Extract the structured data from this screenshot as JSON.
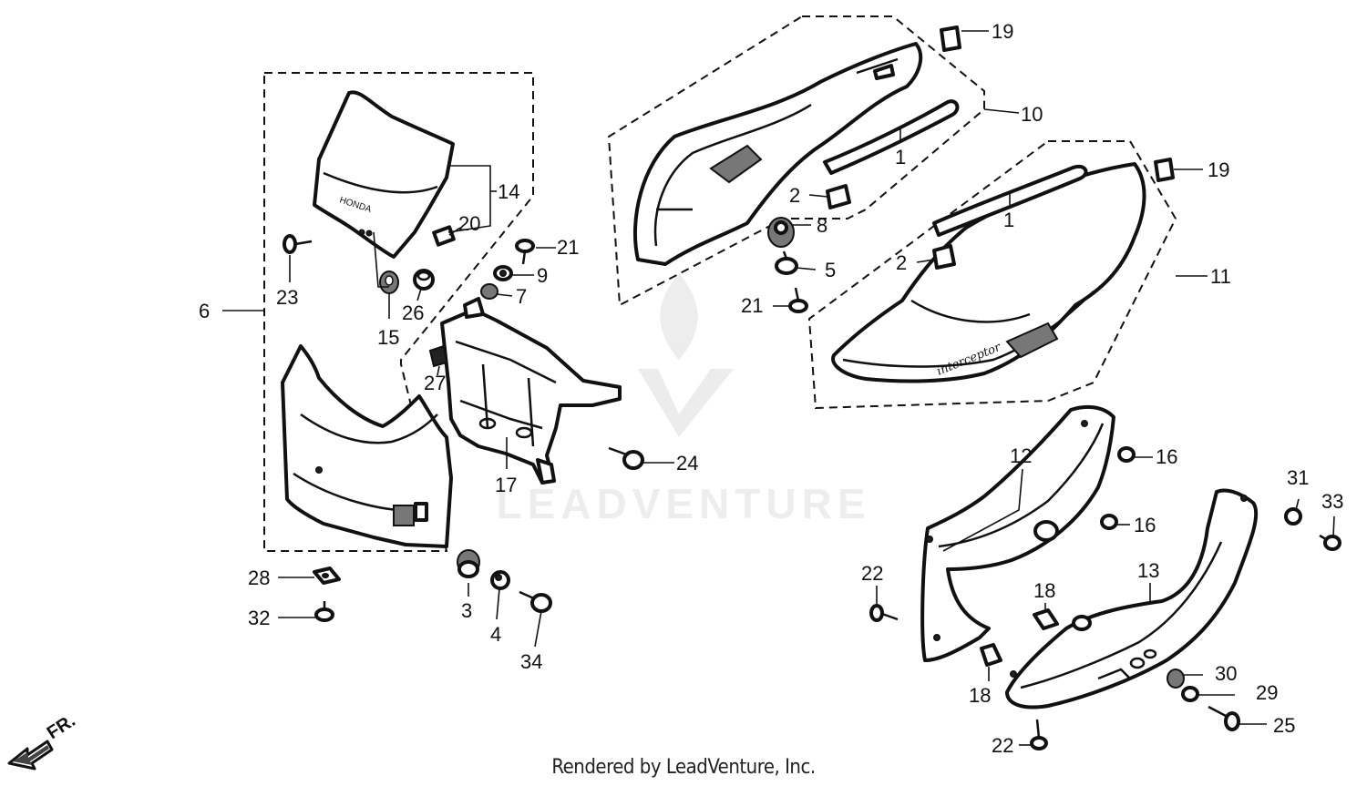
{
  "diagram": {
    "callouts": {
      "c1a": "1",
      "c1b": "1",
      "c2a": "2",
      "c2b": "2",
      "c3": "3",
      "c4": "4",
      "c5": "5",
      "c6": "6",
      "c7": "7",
      "c8": "8",
      "c9": "9",
      "c10": "10",
      "c11": "11",
      "c12": "12",
      "c13": "13",
      "c14": "14",
      "c15": "15",
      "c16a": "16",
      "c16b": "16",
      "c17": "17",
      "c18a": "18",
      "c18b": "18",
      "c19a": "19",
      "c19b": "19",
      "c20": "20",
      "c21a": "21",
      "c21b": "21",
      "c22a": "22",
      "c22b": "22",
      "c23": "23",
      "c24": "24",
      "c25": "25",
      "c26": "26",
      "c27": "27",
      "c28": "28",
      "c29": "29",
      "c30": "30",
      "c31": "31",
      "c32": "32",
      "c33": "33",
      "c34": "34"
    },
    "windscreen_brand": "HONDA",
    "cowl_script": "interceptor",
    "front_arrow_label": "FR.",
    "watermark": "LEADVENTURE",
    "footer": "Rendered by LeadVenture, Inc."
  }
}
